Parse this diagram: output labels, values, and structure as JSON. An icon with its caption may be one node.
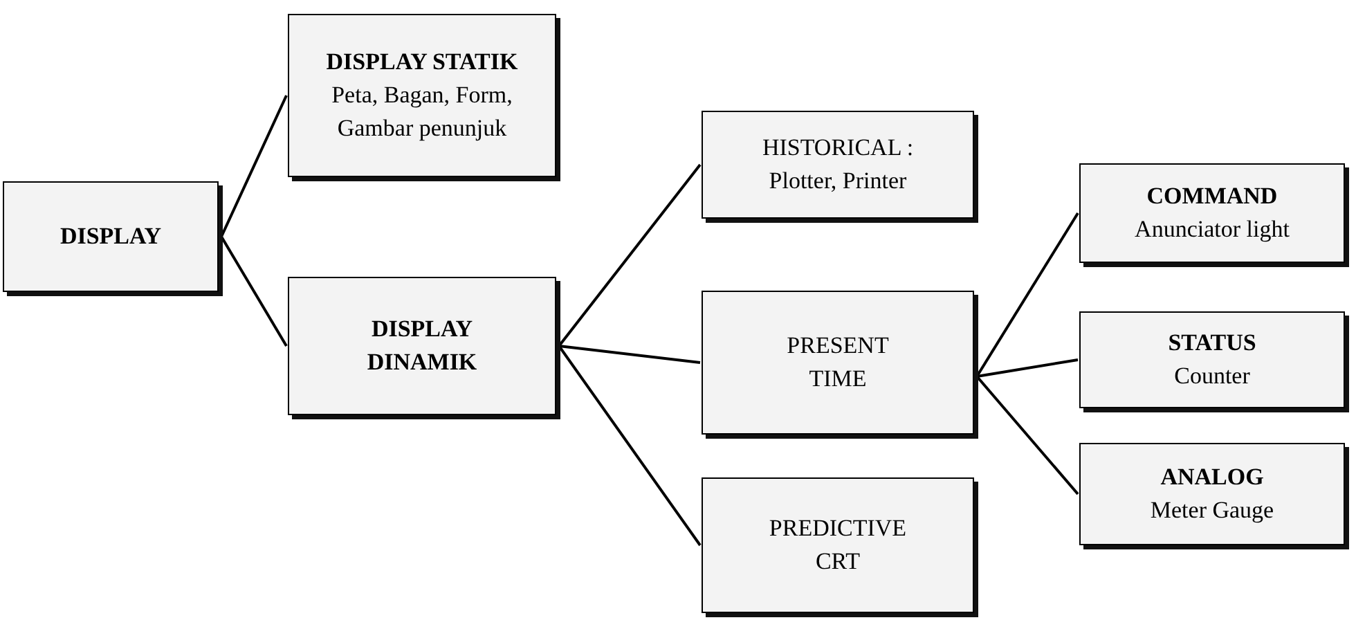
{
  "diagram": {
    "nodes": [
      {
        "text": [
          "DISPLAY"
        ]
      },
      {
        "text": [
          "DISPLAY STATIK",
          "Peta, Bagan, Form, Gambar penunjuk"
        ]
      },
      {
        "text": [
          "DISPLAY DINAMIK"
        ]
      },
      {
        "text": [
          "HISTORICAL :",
          "Plotter, Printer"
        ]
      },
      {
        "text": [
          "PRESENT TIME"
        ]
      },
      {
        "text": [
          "PREDICTIVE CRT"
        ]
      },
      {
        "text": [
          "COMMAND",
          "Anunciator light"
        ]
      },
      {
        "text": [
          "STATUS",
          "Counter"
        ]
      },
      {
        "text": [
          "ANALOG",
          "Meter Gauge"
        ]
      }
    ],
    "edges": [
      {
        "from": 0,
        "to": 1,
        "arrow": "none"
      },
      {
        "from": 0,
        "to": 2,
        "arrow": "none"
      },
      {
        "from": 2,
        "to": 3,
        "arrow": "none"
      },
      {
        "from": 2,
        "to": 4,
        "arrow": "none"
      },
      {
        "from": 2,
        "to": 5,
        "arrow": "none"
      },
      {
        "from": 4,
        "to": 6,
        "arrow": "none"
      },
      {
        "from": 4,
        "to": 7,
        "arrow": "none"
      },
      {
        "from": 4,
        "to": 8,
        "arrow": "none"
      }
    ]
  }
}
